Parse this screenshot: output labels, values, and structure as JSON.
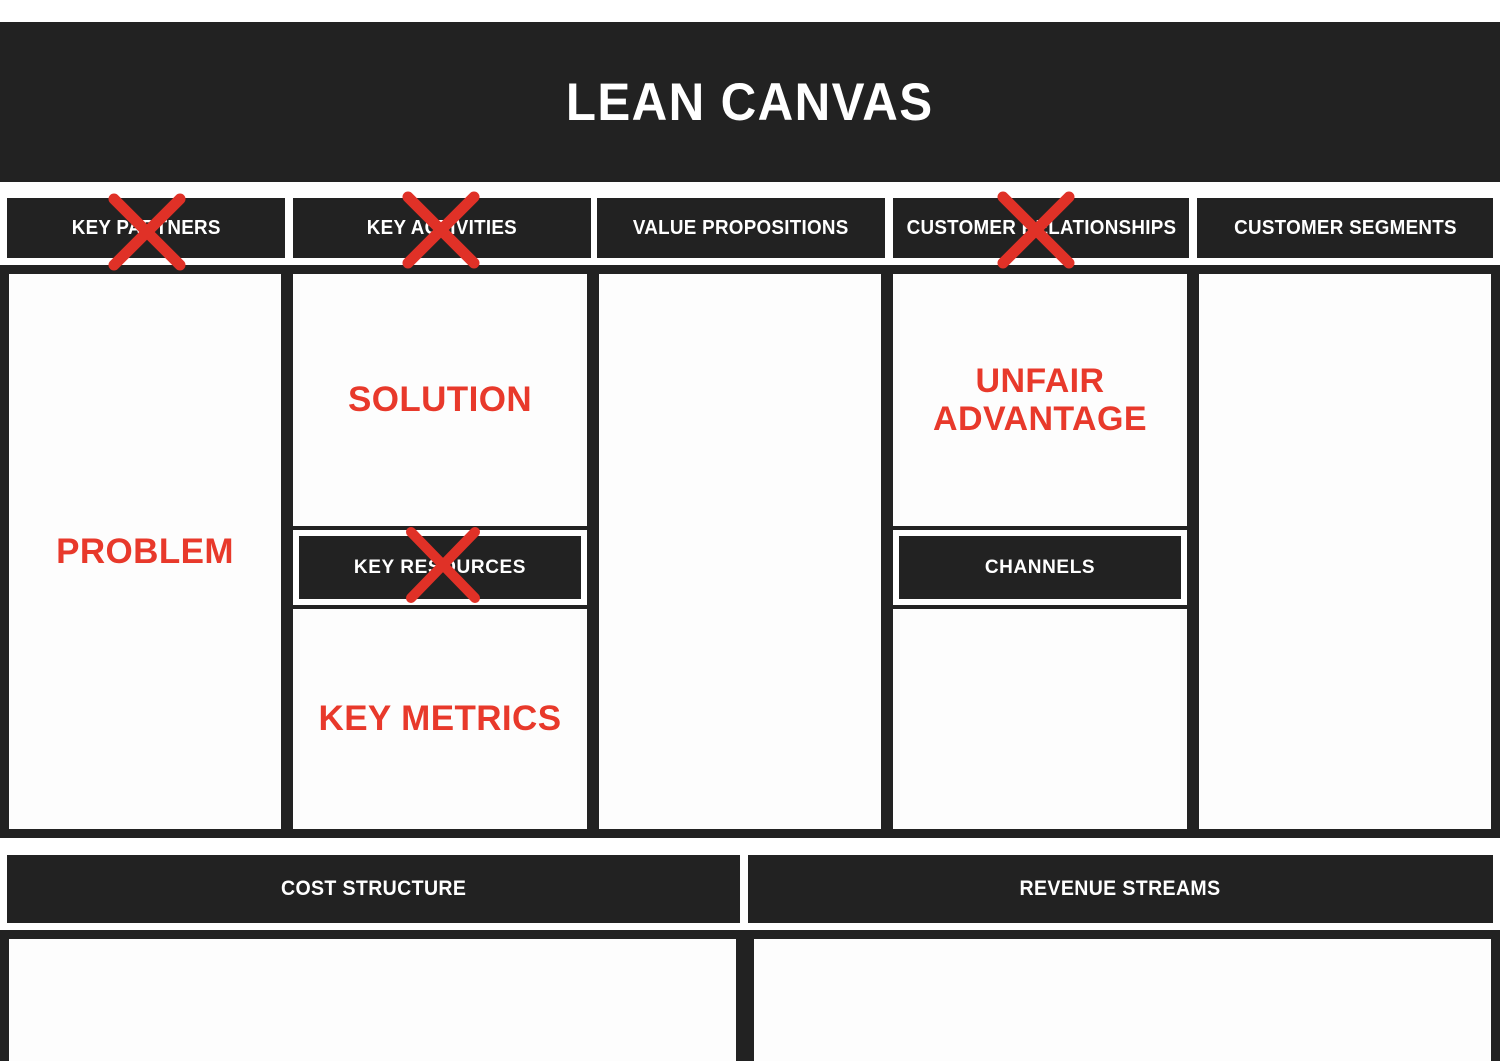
{
  "title": "LEAN CANVAS",
  "colors": {
    "dark": "#222222",
    "red": "#E8392B",
    "x_red": "#E03127",
    "cell_bg": "#FDFDFD",
    "page_bg": "#FFFFFF"
  },
  "column_headers": [
    {
      "label": "KEY PARTNERS",
      "crossed_out": true
    },
    {
      "label": "KEY ACTIVITIES",
      "crossed_out": true
    },
    {
      "label": "VALUE PROPOSITIONS",
      "crossed_out": false
    },
    {
      "label": "CUSTOMER RELATIONSHIPS",
      "crossed_out": true
    },
    {
      "label": "CUSTOMER SEGMENTS",
      "crossed_out": false
    }
  ],
  "cells": {
    "problem": {
      "label": "PROBLEM",
      "crossed_out": false
    },
    "solution": {
      "label": "SOLUTION",
      "crossed_out": false
    },
    "key_resources": {
      "label": "KEY RESOURCES",
      "crossed_out": true
    },
    "key_metrics": {
      "label": "KEY METRICS",
      "crossed_out": false
    },
    "value_propositions": {
      "label": "",
      "crossed_out": false
    },
    "unfair_advantage": {
      "line1": "UNFAIR",
      "line2": "ADVANTAGE",
      "crossed_out": false
    },
    "channels": {
      "label": "CHANNELS",
      "crossed_out": false
    },
    "customer_segments": {
      "label": "",
      "crossed_out": false
    }
  },
  "bottom_headers": [
    {
      "label": "COST STRUCTURE"
    },
    {
      "label": "REVENUE STREAMS"
    }
  ]
}
